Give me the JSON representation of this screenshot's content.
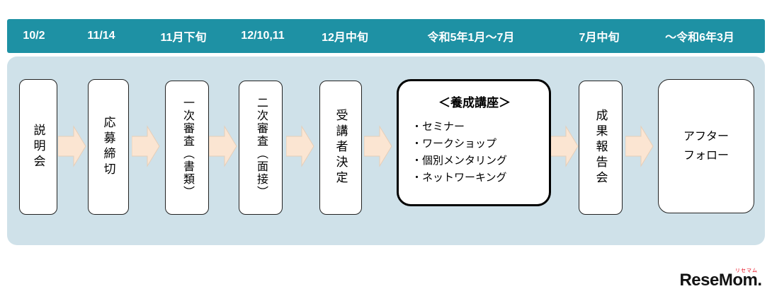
{
  "timeline": {
    "dates": [
      "10/2",
      "11/14",
      "11月下旬",
      "12/10,11",
      "12月中旬",
      "令和5年1月～7月",
      "7月中旬",
      "～令和6年3月"
    ]
  },
  "flow": {
    "steps": [
      "説明会",
      "応募締切",
      "一次審査（書類）",
      "二次審査（面接）",
      "受講者決定",
      "成果報告会"
    ],
    "course": {
      "title": "＜養成講座＞",
      "items": [
        "・セミナー",
        "・ワークショップ",
        "・個別メンタリング",
        "・ネットワーキング"
      ]
    },
    "after": {
      "line1": "アフター",
      "line2": "フォロー"
    }
  },
  "colors": {
    "header_bg": "#1e91a4",
    "panel_bg": "#cfe1e9",
    "arrow_fill": "#fbe5d2",
    "arrow_stroke": "#e6ceb8",
    "box_border": "#222222",
    "logo_red": "#e60012"
  },
  "logo": {
    "main": "ReseMom",
    "ruby": "リセマム",
    "dot": "."
  }
}
